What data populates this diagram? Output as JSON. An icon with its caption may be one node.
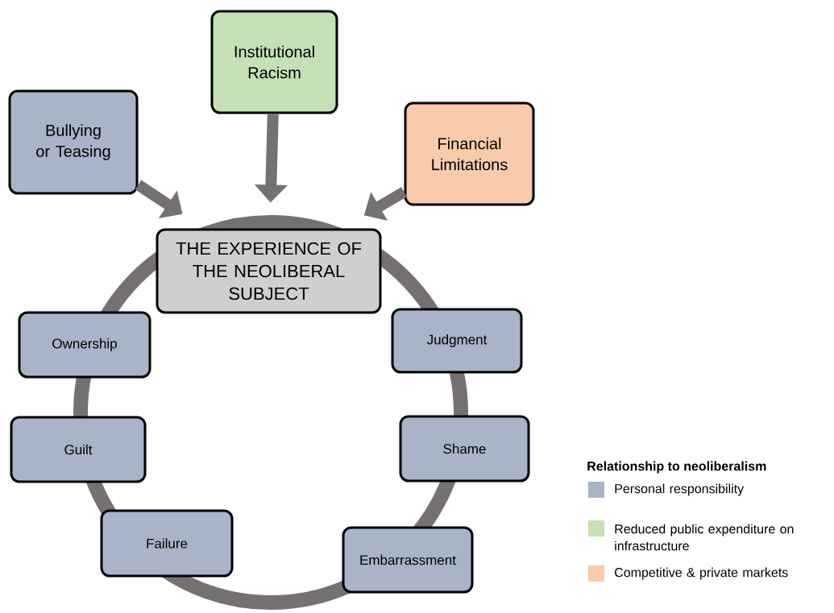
{
  "diagram": {
    "nodes": [
      {
        "text": [
          "Bullying or Teasing"
        ]
      },
      {
        "text": [
          "Institutional Racism"
        ]
      },
      {
        "text": [
          "Financial Limitations"
        ]
      },
      {
        "text": [
          "THE EXPERIENCE OF THE NEOLIBERAL SUBJECT"
        ]
      },
      {
        "text": [
          "Ownership"
        ]
      },
      {
        "text": [
          "Judgment"
        ]
      },
      {
        "text": [
          "Guilt"
        ]
      },
      {
        "text": [
          "Shame"
        ]
      },
      {
        "text": [
          "Failure"
        ]
      },
      {
        "text": [
          "Embarrassment"
        ]
      }
    ],
    "edges": [
      {
        "from": 0,
        "to": 3,
        "arrow": "to"
      },
      {
        "from": 1,
        "to": 3,
        "arrow": "to"
      },
      {
        "from": 2,
        "to": 3,
        "arrow": "to"
      }
    ],
    "labels": [
      "Relationship to neoliberalism"
    ],
    "legend": [
      {
        "text": "Personal responsibility",
        "color": "#a9b4c8"
      },
      {
        "text": "Reduced public expenditure on infrastructure",
        "color": "#c5e0b4"
      },
      {
        "text": "Competitive & private markets",
        "color": "#f8cbad"
      }
    ]
  }
}
